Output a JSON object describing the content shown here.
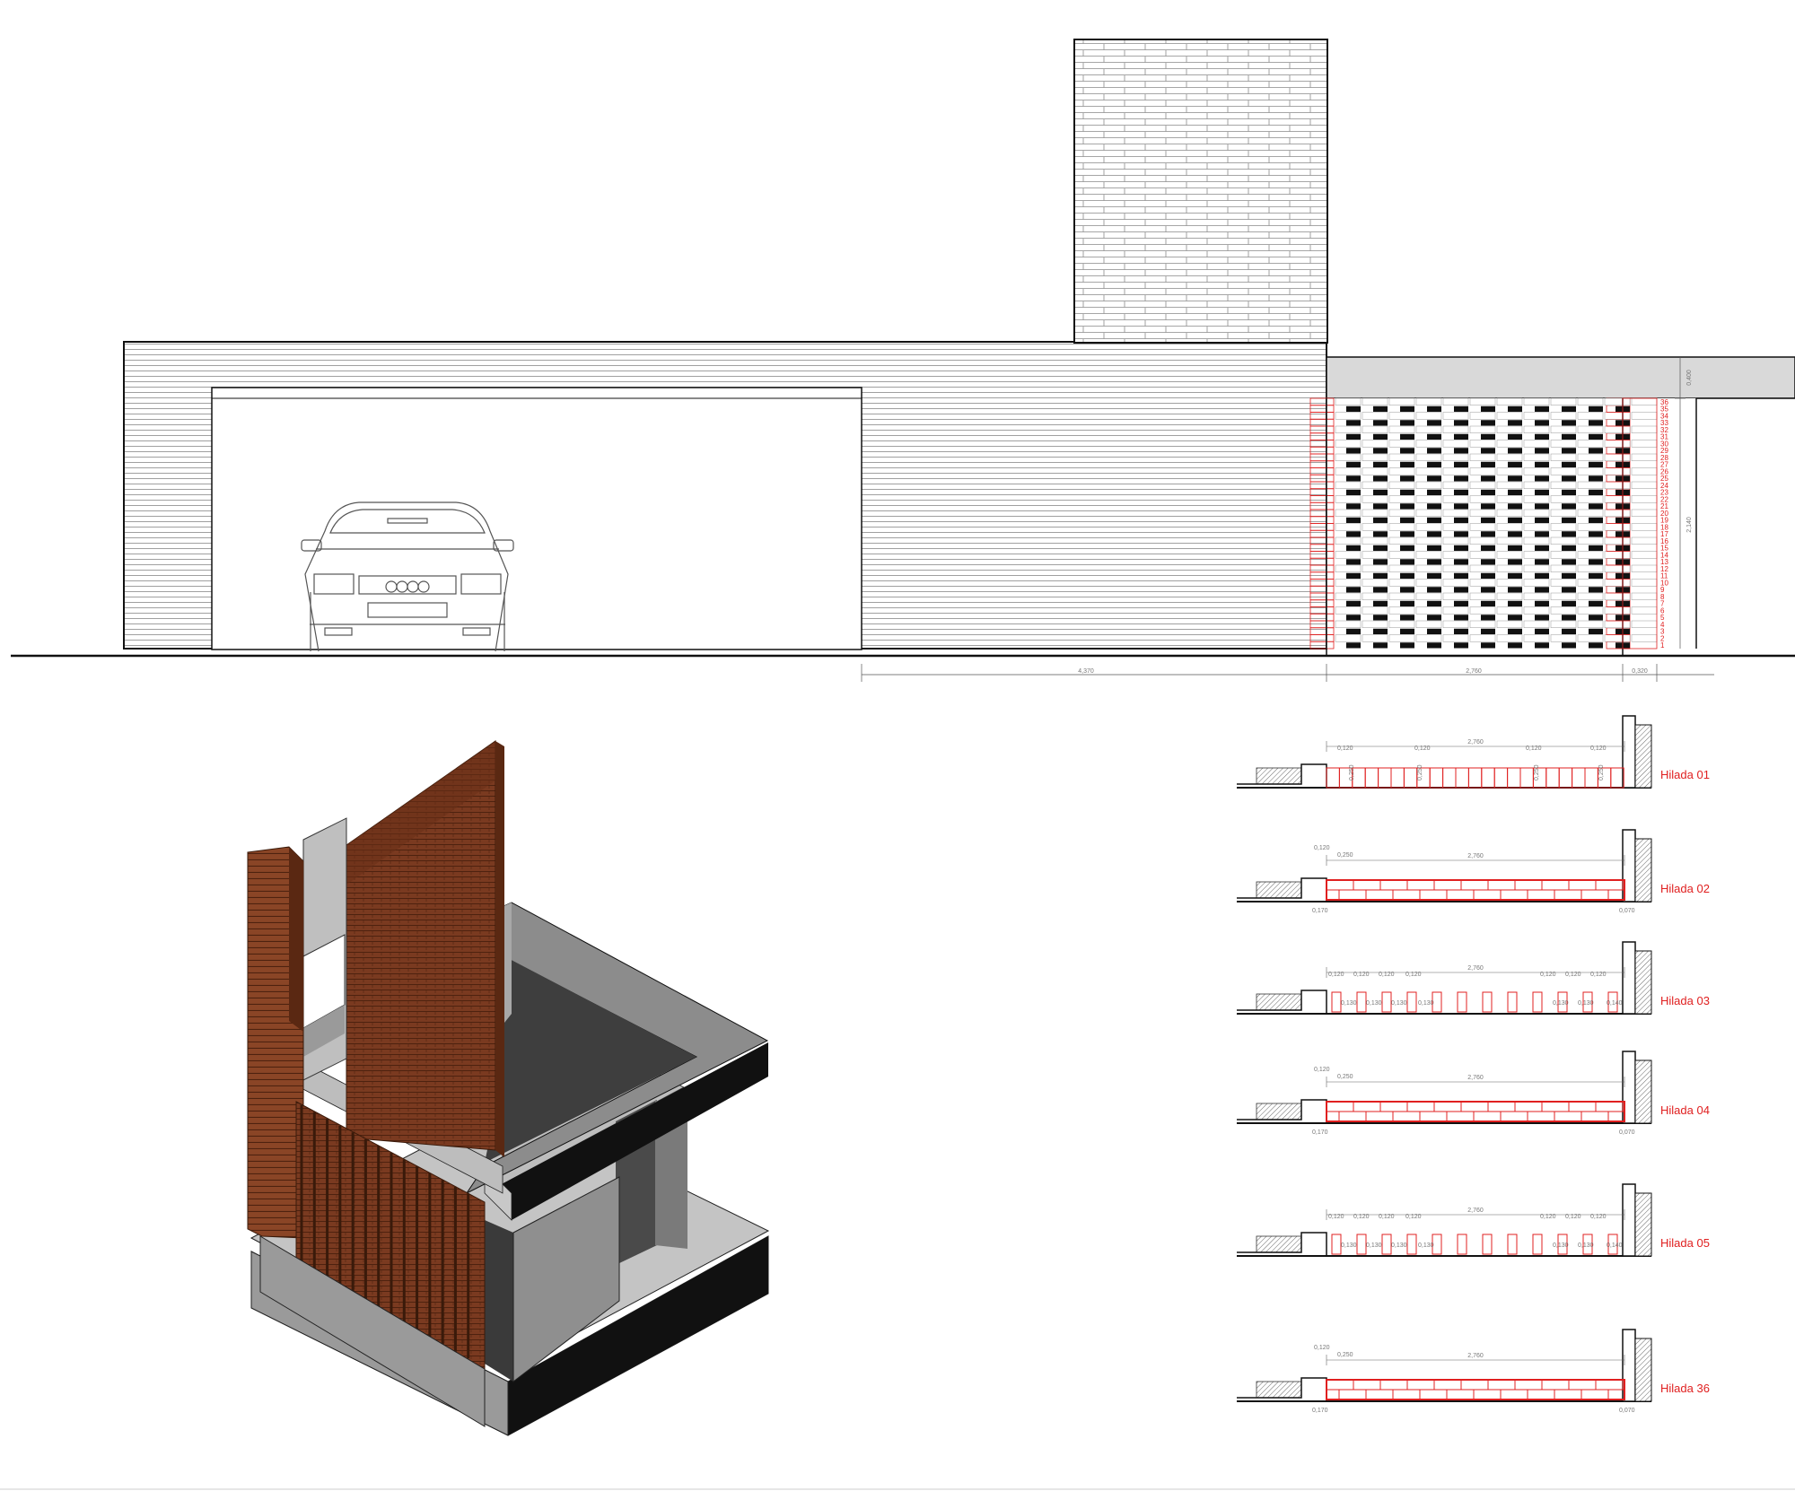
{
  "elevation": {
    "course_count": 36,
    "dimensions": {
      "wall_length": "4,370",
      "lattice_width": "2,760",
      "end_width": "0,320",
      "lattice_height": "2,140",
      "beam_height": "0,400"
    }
  },
  "plans": [
    {
      "id": "hilada-01",
      "label": "Hilada 01",
      "type": "header",
      "dims": {
        "total": "2,760",
        "a": "0,120",
        "b": "0,120",
        "c": "0,120",
        "d": "0,120",
        "v1": "0,250",
        "v2": "0,250",
        "v3": "0,250",
        "v4": "0,250"
      }
    },
    {
      "id": "hilada-02",
      "label": "Hilada 02",
      "type": "stretcher",
      "dims": {
        "total": "2,760",
        "a": "0,120",
        "b": "0,250",
        "bottom_left": "0,170",
        "bottom_right": "0,070"
      }
    },
    {
      "id": "hilada-03",
      "label": "Hilada 03",
      "type": "gap",
      "dims": {
        "total": "2,760",
        "top": "0,120",
        "inner": "0,130",
        "end": "0,140"
      }
    },
    {
      "id": "hilada-04",
      "label": "Hilada 04",
      "type": "stretcher",
      "dims": {
        "total": "2,760",
        "a": "0,120",
        "b": "0,250",
        "bottom_left": "0,170",
        "bottom_right": "0,070"
      }
    },
    {
      "id": "hilada-05",
      "label": "Hilada 05",
      "type": "gap",
      "dims": {
        "total": "2,760",
        "top": "0,120",
        "inner": "0,130",
        "end": "0,140"
      }
    },
    {
      "id": "hilada-36",
      "label": "Hilada 36",
      "type": "stretcher",
      "dims": {
        "total": "2,760",
        "a": "0,120",
        "b": "0,250",
        "bottom_left": "0,170",
        "bottom_right": "0,070"
      }
    }
  ],
  "colors": {
    "brick": "#7a3a20",
    "brick_dark": "#5a2812",
    "red_line": "#e02020",
    "concrete_light": "#c8c8c8",
    "concrete_mid": "#9a9a9a",
    "concrete_dark": "#4a4a4a",
    "ink": "#111111"
  }
}
